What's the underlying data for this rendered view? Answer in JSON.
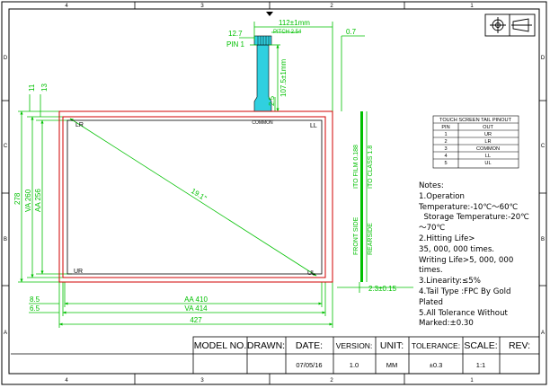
{
  "frame": {
    "zones_top": [
      "4",
      "3",
      "2",
      "1"
    ],
    "zones_bottom": [
      "4",
      "3",
      "2",
      "1"
    ],
    "zones_left": [
      "D",
      "C",
      "B",
      "A"
    ],
    "zones_right": [
      "D",
      "C",
      "B",
      "A"
    ]
  },
  "dimensions": {
    "pitch_total": "112±1mm",
    "pitch": "PITCH 2.54",
    "tail_offset": "12.7",
    "pin1": "PIN 1",
    "tail_length": "107.5±1mm",
    "tail_stub": "2.5",
    "thickness": "0.7",
    "top_offset_1": "11",
    "top_offset_2": "13",
    "height_outer": "278",
    "height_va": "VA 260",
    "height_aa": "AA 256",
    "diagonal": "19.1\"",
    "side_offset_1": "8.5",
    "side_offset_2": "6.5",
    "width_aa": "AA 410",
    "width_va": "VA 414",
    "width_outer": "427",
    "edge": "2.3±0.15"
  },
  "panel": {
    "common": "COMMON",
    "lr_top": "LR",
    "ll_top": "LL",
    "ur_bottom": "UR",
    "ul_bottom": "UL",
    "ito_film": "ITO FILM 0.188",
    "ito_class": "ITO CLASS 1.8",
    "front_side": "FRONT SIDE",
    "rear_side": "REARSIDE"
  },
  "pinout": {
    "title": "TOUCH SCREEN TAIL PINOUT",
    "headers": [
      "PIN",
      "OUT"
    ],
    "rows": [
      [
        "1",
        "UR"
      ],
      [
        "2",
        "LR"
      ],
      [
        "3",
        "COMMON"
      ],
      [
        "4",
        "LL"
      ],
      [
        "5",
        "UL"
      ]
    ]
  },
  "notes": [
    "Notes:",
    "1.Operation",
    "Temperature:-10℃～60℃",
    "  Storage Temperature:-20℃",
    "～70℃",
    "2.Hitting Life>",
    "35, 000, 000 times.",
    "Writing Life>5, 000, 000",
    "times.",
    "3.Linearity:≤5%",
    "4.Tail Type :FPC By Gold",
    "Plated",
    "5.All Tolerance Without",
    "Marked:±0.30"
  ],
  "title_block": {
    "model_label": "MODEL NO.",
    "drawn_label": "DRAWN:",
    "date_label": "DATE:",
    "version_label": "VERSION:",
    "unit_label": "UNIT:",
    "tolerance_label": "TOLERANCE:",
    "scale_label": "SCALE:",
    "rev_label": "REV:",
    "date_value": "07/05/16",
    "version_value": "1.0",
    "unit_value": "MM",
    "tolerance_value": "±0.3",
    "scale_value": "1:1"
  },
  "colors": {
    "dimension": "#00c000",
    "panel_outline": "#d00000",
    "tail": "#30d0e0",
    "ink": "#000000"
  }
}
